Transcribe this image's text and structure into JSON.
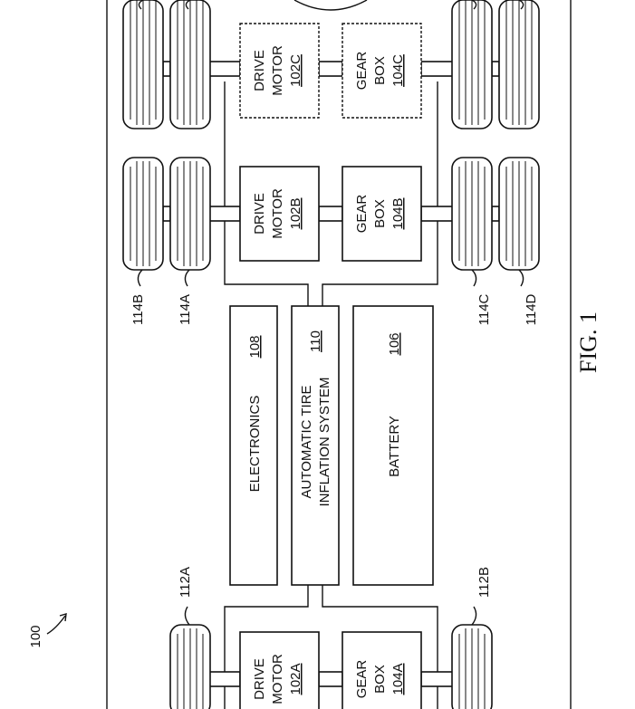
{
  "diagram": {
    "figure_ref": "100",
    "figure_title": "FIG. 1",
    "drive_motor_label": [
      "DRIVE",
      "MOTOR"
    ],
    "gear_box_label": [
      "GEAR",
      "BOX"
    ],
    "drive_motors": [
      "102A",
      "102B",
      "102C"
    ],
    "gear_boxes": [
      "104A",
      "104B",
      "104C"
    ],
    "electronics": {
      "label": "ELECTRONICS",
      "ref": "108"
    },
    "inflation_system": {
      "label_line1": "AUTOMATIC TIRE",
      "label_line2": "INFLATION SYSTEM",
      "ref": "110"
    },
    "battery": {
      "label": "BATTERY",
      "ref": "106"
    },
    "axles": [
      "112A",
      "112B"
    ],
    "tires": [
      "114A",
      "114B",
      "114C",
      "114D"
    ]
  }
}
